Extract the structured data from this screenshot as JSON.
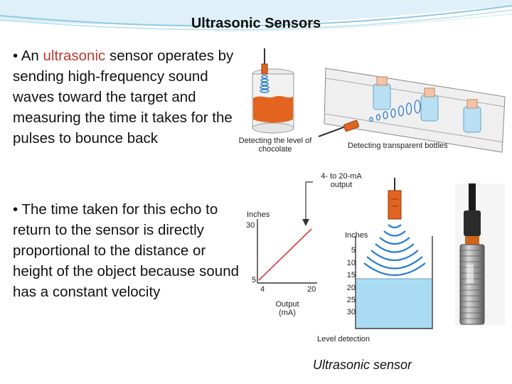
{
  "slide": {
    "title": "Ultrasonic Sensors",
    "bullet1": {
      "prefix": "• An ",
      "highlight": "ultrasonic",
      "rest": " sensor operates by sending high-frequency sound waves toward the target and measuring the time it takes for the pulses to bounce back"
    },
    "bullet2": "• The time taken for this echo to return to the sensor is directly proportional to the distance or height of the object because sound has a constant velocity"
  },
  "figures": {
    "chocolate_caption": "Detecting the level of chocolate",
    "bottles_caption": "Detecting transparent bottles",
    "output_caption": "4- to 20-mA output",
    "level_caption": "Level detection",
    "sensor_caption": "Ultrasonic sensor"
  },
  "graph": {
    "y_unit": "Inches",
    "y_top": "30",
    "y_bottom": "5",
    "x_ticks": [
      "4",
      "20"
    ],
    "x_label": "Output (mA)"
  },
  "tank": {
    "scale_unit": "Inches",
    "scale": [
      "5",
      "10",
      "15",
      "20",
      "25",
      "30"
    ]
  },
  "colors": {
    "highlight": "#c0392b",
    "water": "#a9dcf3",
    "chocolate": "#e2641f",
    "wave": "#2a7fd0",
    "graph_line": "#d9363e"
  }
}
